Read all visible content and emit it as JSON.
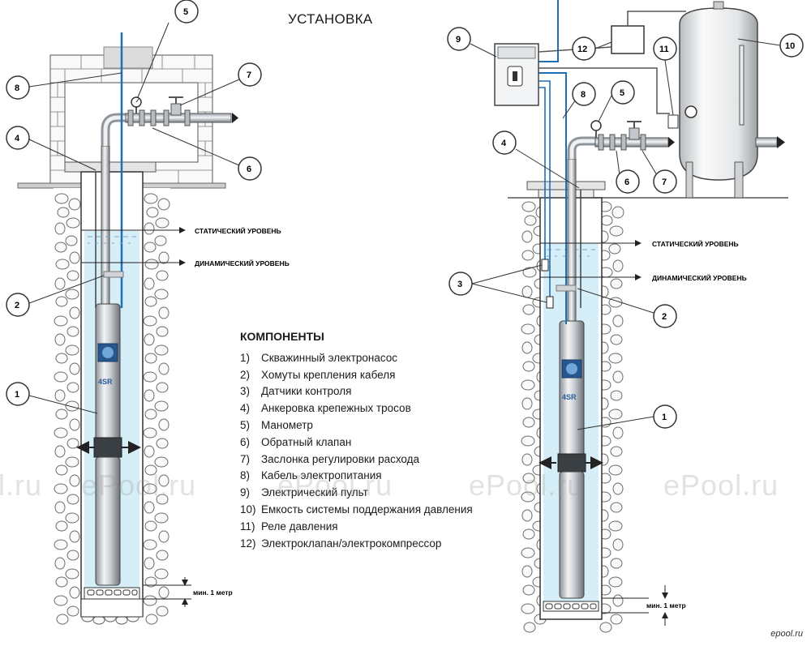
{
  "title": "УСТАНОВКА",
  "components_heading": "КОМПОНЕНТЫ",
  "components": [
    {
      "num": "1)",
      "label": "Скважинный электронасос"
    },
    {
      "num": "2)",
      "label": "Хомуты крепления кабеля"
    },
    {
      "num": "3)",
      "label": "Датчики контроля"
    },
    {
      "num": "4)",
      "label": "Анкеровка крепежных тросов"
    },
    {
      "num": "5)",
      "label": "Манометр"
    },
    {
      "num": "6)",
      "label": "Обратный клапан"
    },
    {
      "num": "7)",
      "label": "Заслонка регулировки расхода"
    },
    {
      "num": "8)",
      "label": "Кабель электропитания"
    },
    {
      "num": "9)",
      "label": "Электрический пульт"
    },
    {
      "num": "10)",
      "label": "Емкость системы поддержания давления"
    },
    {
      "num": "11)",
      "label": "Реле давления"
    },
    {
      "num": "12)",
      "label": "Электроклапан/электрокомпрессор"
    }
  ],
  "levels": {
    "static": "СТАТИЧЕСКИЙ УРОВЕНЬ",
    "dynamic": "ДИНАМИЧЕСКИЙ УРОВЕНЬ",
    "min_depth": "мин. 1 метр"
  },
  "callouts": [
    "1",
    "2",
    "3",
    "4",
    "5",
    "6",
    "7",
    "8",
    "9",
    "10",
    "11",
    "12"
  ],
  "pump_brand": "4SR",
  "watermark": "ePool.ru",
  "watermark_left_fragment": "l.ru",
  "site_tag": "epool.ru",
  "colors": {
    "water": "#d6eef8",
    "cable": "#1f6fb5",
    "gravel_stroke": "#6a6a6a",
    "brick": "#f4f4f4",
    "line": "#222222"
  }
}
